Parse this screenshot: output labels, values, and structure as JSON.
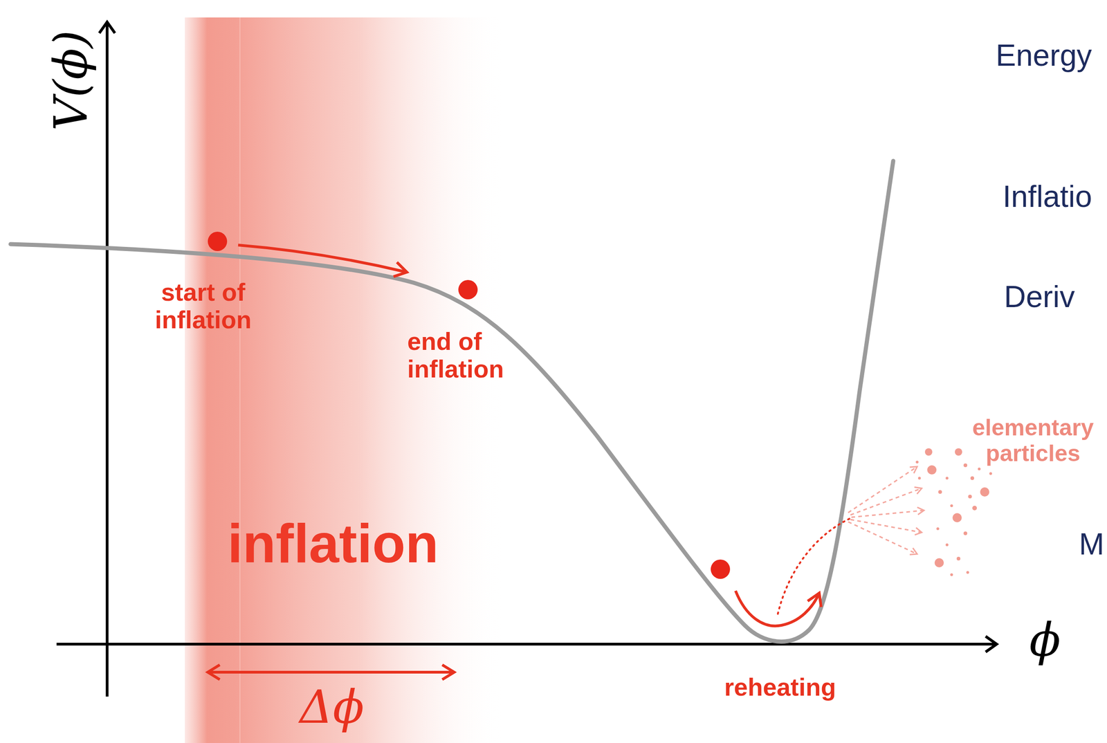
{
  "diagram": {
    "labels": [
      "V(ϕ)",
      "ϕ",
      "start of inflation",
      "end of inflation",
      "inflation",
      "Δϕ",
      "reheating",
      "elementary particles",
      "Energy",
      "Inflatio",
      "Deriv",
      "M"
    ]
  }
}
